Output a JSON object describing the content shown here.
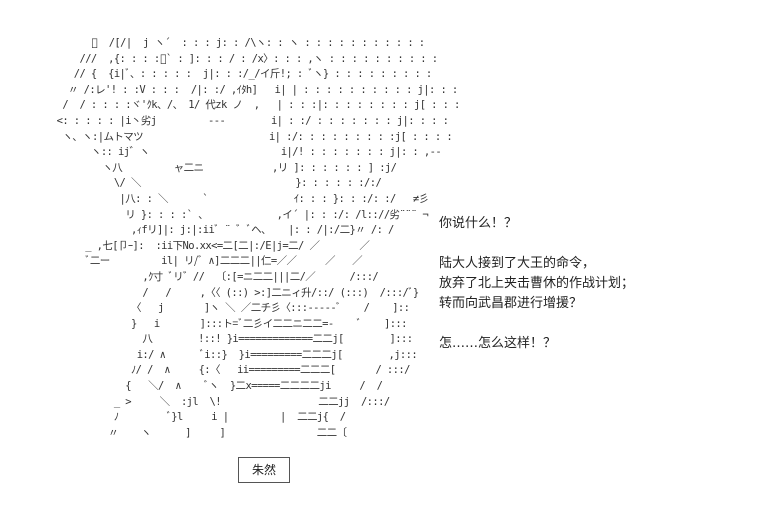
{
  "ascii_art": [
    "           ﾞ  /[/|  j ヽ´  : : : j: : /\\ヽ: : ヽ : : : : : : : : : : :",
    "         ///  ,{: : : :ﾞ` : ]: : : / : /x〉: : : ,ヽ : : : : : : : : : :",
    "        // {  {i|ﾞ、: : : : :  j|: : :/_/イ斤!; : ﾞヽ} : : : : : : : : :",
    "       〃 /:レ'! : :V : : :  /|: :/ ,ｲﾀh]   i| | : : : : : : : : : : j|: : :",
    "      /  / : : : :ヾ'ｸk、/、 1/ 代zk ノ  ,   | : : :|: : : : : : : : j[ : : :",
    "     <: : : : : |i丶劣j         ---        i| : :/ : : : : : : : j|: : : :",
    "      ヽ、ヽ:|ムトマツ                      i| :/: : : : : : : : :j[ : : : :",
    "           ヽ:: ij゛ヽ                       i|/! : : : : : : : j|: : ,--",
    "             ヽ八         ャ二ニ            ,リ ]: : : : : : ] :j/",
    "               \\/ ＼                           }: : : : : :/:/",
    "                |八: : ＼      `               ｲ: : : }: : :/: :/   ≠彡",
    "                 リ }: : : :` 、            ,イ´ |: : :/: /l:://劣¨¨¨ ¬",
    "                  ,ｨfリ]|: j:|:iiﾞ ¨ ゛ﾞヘ、   |: : /|:/二}〃 /: /",
    "          _ ,七[卩ｰ]:  :ii下No.xx<=二[二|:/E|j=二/ ／       ／",
    "          ﾞ二ー         il| リ/ﾞ ∧]二二二||仁=／／     ／   ／",
    "                    ,ｸ寸 ﾞリ゛//  〔:[=ニ二二|||二/／      /:::/",
    "                    /   /     ,〈〈 (::) >:]二ニィ升/::/ (:::)  /:::/ﾞ}",
    "                  〈   j       ]ヽ ＼ ／二チ彡〈:::-----ﾞ    /    ]::",
    "                  }   i       ]:::ト=ﾞ二彡イ二二ニ二二=-    ﾞ    ]:::",
    "                    八        !::! }i=============二二j[        ]:::",
    "                   i:/ ∧      ﾞi::}  }i=========二二二j[        ,j:::",
    "                  ﾉ/ /  ∧     {:〈   ii=========二二二[       / :::/",
    "                 {   ＼/  ∧    ﾞヽ  }二x=====二二二二ji     /  /",
    "               _ >     ＼  :jl  \\!                 二二jj  /:::/",
    "               ﾉ         ﾞ}l     i |         |  二二j{  /",
    "              〃    ヽ      ]     ]                二二〔"
  ],
  "name_label": "朱然",
  "dialogue": [
    "你说什么！？",
    "",
    "陆大人接到了大王的命令，",
    "放弃了北上夹击曹休的作战计划；",
    "转而向武昌郡进行增援？",
    "",
    "怎……怎么这样！？"
  ]
}
